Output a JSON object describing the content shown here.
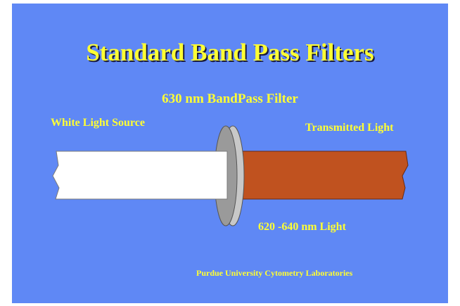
{
  "slide": {
    "title": "Standard Band Pass Filters",
    "filter_label": "630 nm BandPass Filter",
    "source_label": "White Light Source",
    "output_label": "Transmitted Light",
    "band_label": "620 -640 nm Light",
    "credit": "Purdue University Cytometry Laboratories"
  },
  "colors": {
    "background": "#5f88f5",
    "text": "#ffff33",
    "white_beam": "#ffffff",
    "transmitted_beam": "#c0521f",
    "filter_face": "#9a9a9a",
    "filter_edge": "#c8c8c8"
  }
}
